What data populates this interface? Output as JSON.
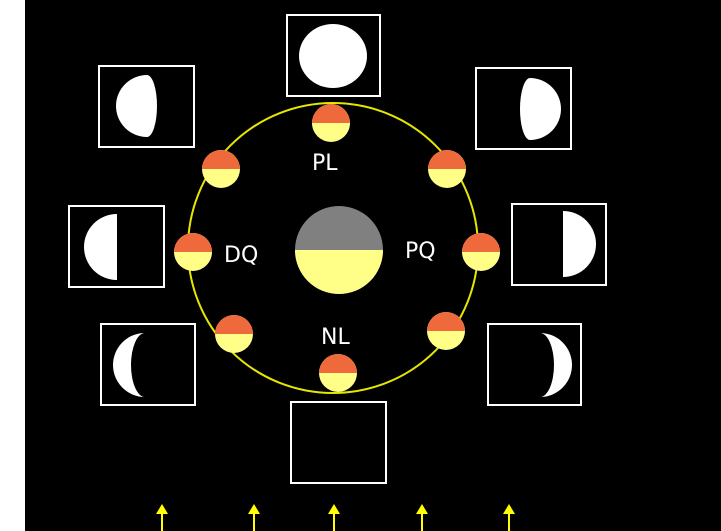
{
  "labels": {
    "full_moon": "PL",
    "new_moon": "NL",
    "first_quarter": "PQ",
    "last_quarter": "DQ"
  },
  "colors": {
    "background": "#000000",
    "frame": "#ffffff",
    "orbit": "#e6e600",
    "earth_night": "#808080",
    "earth_day": "#ffff88",
    "moon_day": "#ffff88",
    "moon_night": "#ee6a3c",
    "lit_phase": "#ffffff",
    "sunlight_arrows": "#ffff00"
  },
  "phases": [
    {
      "name": "full-moon-phase"
    },
    {
      "name": "waxing-gibbous-phase"
    },
    {
      "name": "first-quarter-phase"
    },
    {
      "name": "waxing-crescent-phase"
    },
    {
      "name": "new-moon-phase"
    },
    {
      "name": "waning-crescent-phase"
    },
    {
      "name": "last-quarter-phase"
    },
    {
      "name": "waning-gibbous-phase"
    }
  ]
}
